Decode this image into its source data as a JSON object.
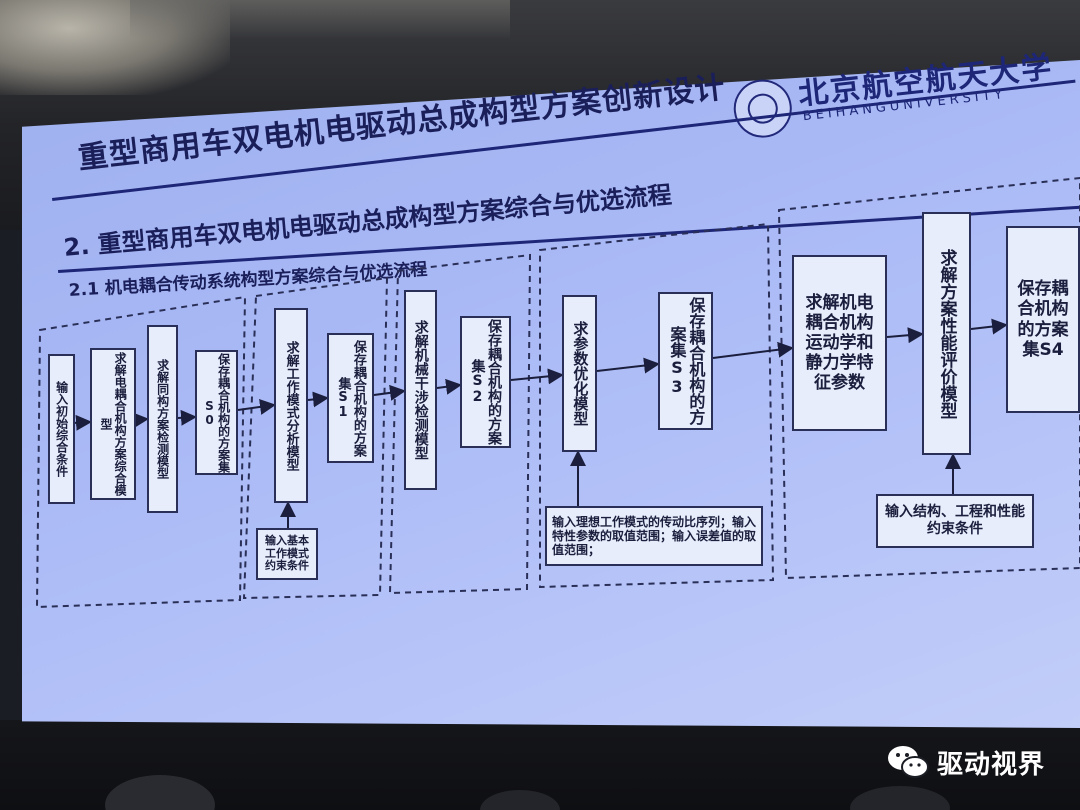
{
  "slide": {
    "title": "重型商用车双电机电驱动总成构型方案创新设计",
    "section_title": "2. 重型商用车双电机电驱动总成构型方案综合与优选流程",
    "subsection_title": "2.1 机电耦合传动系统构型方案综合与优选流程"
  },
  "logo": {
    "name_cn": "北京航空航天大学",
    "name_en": "BEIHANGUNIVERSITY"
  },
  "flowchart": {
    "boxes": {
      "b1": "输入初始综合条件",
      "b2": "求解电耦合机构方案综合模型",
      "b3": "求解同构方案检测模型",
      "b4": "保存耦合机构的方案集S0",
      "b5": "求解工作模式分析模型",
      "b5_input": "输入基本工作模式约束条件",
      "b6": "保存耦合机构的方案集S1",
      "b7": "求解机械干涉检测模型",
      "b8": "保存耦合机构的方案集S2",
      "b9": "求参数优化模型",
      "b9_input": "输入理想工作模式的传动比序列；输入特性参数的取值范围；输入误差值的取值范围；",
      "b10": "保存耦合机构的方案集S3",
      "b11": "求解机电耦合机构运动学和静力学特征参数",
      "b12": "求解方案性能评价模型",
      "b12_input": "输入结构、工程和性能约束条件",
      "b13": "保存耦合机构的方案集S4"
    }
  },
  "watermark": {
    "text": "驱动视界"
  },
  "colors": {
    "screen": "#a8b8f5",
    "title_text": "#1a1f5a",
    "rule": "#1d2677",
    "box_fill": "#e8edfc",
    "box_border": "#2a2f57"
  }
}
